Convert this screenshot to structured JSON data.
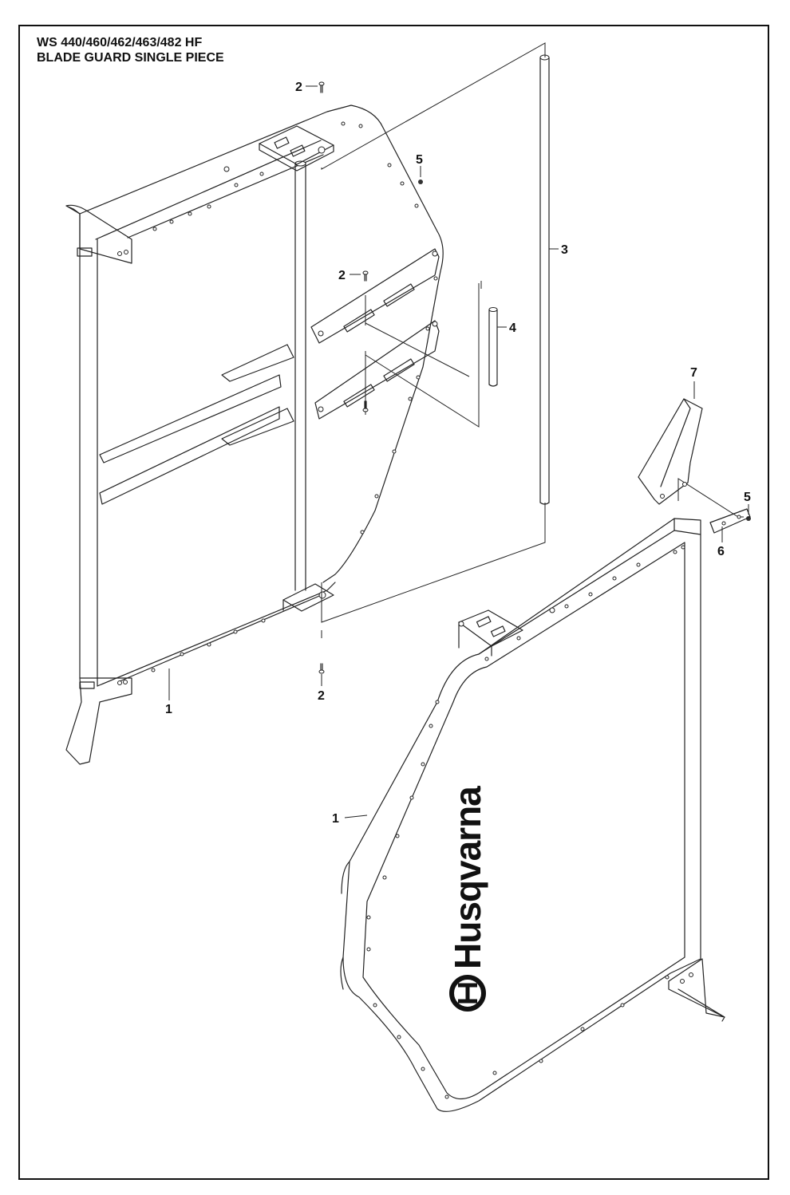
{
  "title": {
    "line1": "WS 440/460/462/463/482 HF",
    "line2": "BLADE GUARD SINGLE PIECE"
  },
  "brand": {
    "text": "Husqvarna",
    "icon": "husqvarna-crown-logo-icon"
  },
  "callouts": [
    {
      "id": "callout-2-top",
      "label": "2"
    },
    {
      "id": "callout-5-top",
      "label": "5"
    },
    {
      "id": "callout-3",
      "label": "3"
    },
    {
      "id": "callout-2-mid",
      "label": "2"
    },
    {
      "id": "callout-4",
      "label": "4"
    },
    {
      "id": "callout-7",
      "label": "7"
    },
    {
      "id": "callout-5-right",
      "label": "5"
    },
    {
      "id": "callout-6",
      "label": "6"
    },
    {
      "id": "callout-1-left",
      "label": "1"
    },
    {
      "id": "callout-2-bottom",
      "label": "2"
    },
    {
      "id": "callout-1-right",
      "label": "1"
    }
  ]
}
